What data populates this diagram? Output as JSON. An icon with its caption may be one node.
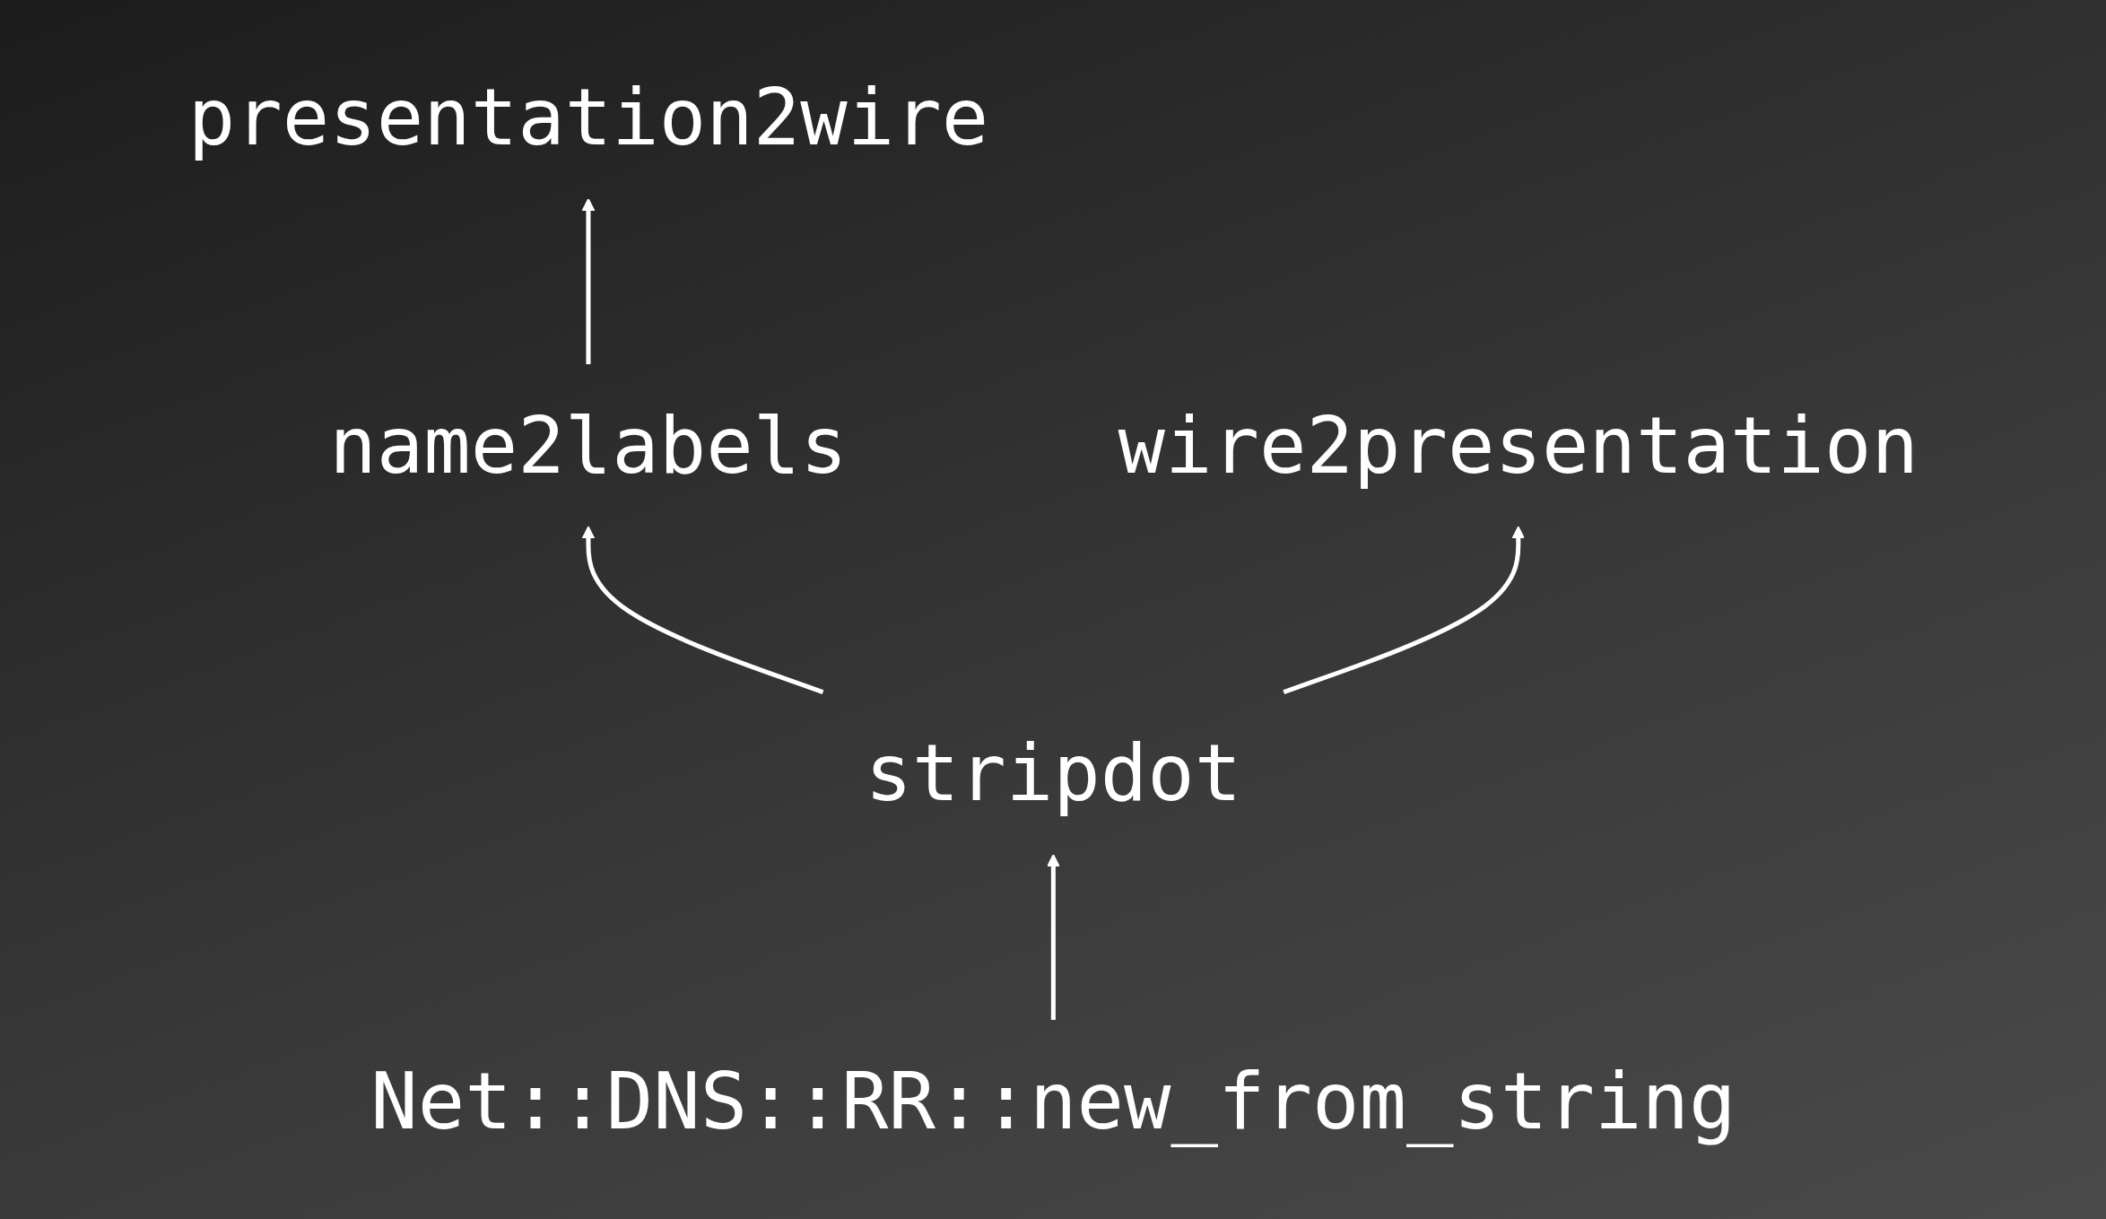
{
  "diagram": {
    "nodes": [
      {
        "text": [
          "presentation2wire"
        ]
      },
      {
        "text": [
          "name2labels"
        ]
      },
      {
        "text": [
          "wire2presentation"
        ]
      },
      {
        "text": [
          "stripdot"
        ]
      },
      {
        "text": [
          "Net::DNS::RR::new_from_string"
        ]
      }
    ],
    "edges": [
      {
        "from": 1,
        "to": 0,
        "arrow": "to"
      },
      {
        "from": 3,
        "to": 1,
        "arrow": "to"
      },
      {
        "from": 3,
        "to": 2,
        "arrow": "to"
      },
      {
        "from": 4,
        "to": 3,
        "arrow": "to"
      }
    ]
  }
}
